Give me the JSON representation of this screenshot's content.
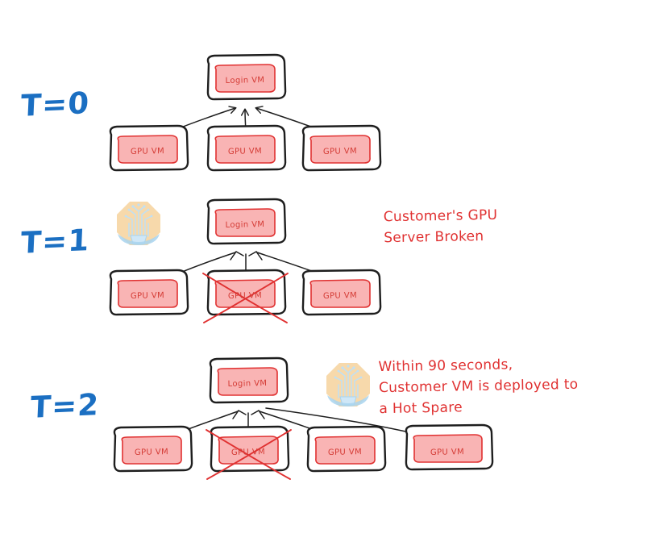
{
  "diagram": {
    "title": "GPU VM failover to hot spare timeline",
    "background": "#ffffff",
    "colors": {
      "node_fill": "#f9b4b4",
      "node_inner_stroke": "#e03131",
      "node_outer_stroke": "#1e1e1e",
      "node_text": "#d43b35",
      "time_label": "#1b6fc2",
      "annotation_text": "#e03131",
      "cross_out": "#e03131",
      "arrow": "#1e1e1e",
      "icon_body": "#f7d9ab",
      "icon_circuit": "#bfe0f5",
      "icon_base": "#a8d4ef"
    },
    "steps": [
      {
        "id": "t0",
        "time_label": "T=0",
        "root": {
          "label": "Login VM",
          "name": "login-vm"
        },
        "children": [
          {
            "label": "GPU VM",
            "state": "healthy"
          },
          {
            "label": "GPU VM",
            "state": "healthy"
          },
          {
            "label": "GPU VM",
            "state": "healthy"
          }
        ],
        "annotation": null,
        "hot_spare_icon": false
      },
      {
        "id": "t1",
        "time_label": "T=1",
        "root": {
          "label": "Login VM",
          "name": "login-vm"
        },
        "children": [
          {
            "label": "GPU VM",
            "state": "healthy"
          },
          {
            "label": "GPU VM",
            "state": "broken"
          },
          {
            "label": "GPU VM",
            "state": "healthy"
          }
        ],
        "annotation": {
          "lines": [
            "Customer's GPU",
            "Server Broken"
          ]
        },
        "hot_spare_icon": true
      },
      {
        "id": "t2",
        "time_label": "T=2",
        "root": {
          "label": "Login VM",
          "name": "login-vm"
        },
        "children": [
          {
            "label": "GPU VM",
            "state": "healthy"
          },
          {
            "label": "GPU VM",
            "state": "broken"
          },
          {
            "label": "GPU VM",
            "state": "healthy"
          },
          {
            "label": "GPU VM",
            "state": "hot-spare"
          }
        ],
        "annotation": {
          "lines": [
            "Within 90 seconds,",
            "Customer VM is deployed to",
            "a Hot Spare"
          ]
        },
        "hot_spare_icon": true
      }
    ],
    "icons": {
      "hot_spare": "circuit-tree-octagon-icon"
    }
  },
  "labels": {
    "t0": "T=0",
    "t1": "T=1",
    "t2": "T=2",
    "login_vm": "Login VM",
    "gpu_vm": "GPU VM",
    "annotation_t1_line1": "Customer's GPU",
    "annotation_t1_line2": "Server Broken",
    "annotation_t2_line1": "Within 90 seconds,",
    "annotation_t2_line2": "Customer VM is deployed to",
    "annotation_t2_line3": "a Hot Spare"
  }
}
